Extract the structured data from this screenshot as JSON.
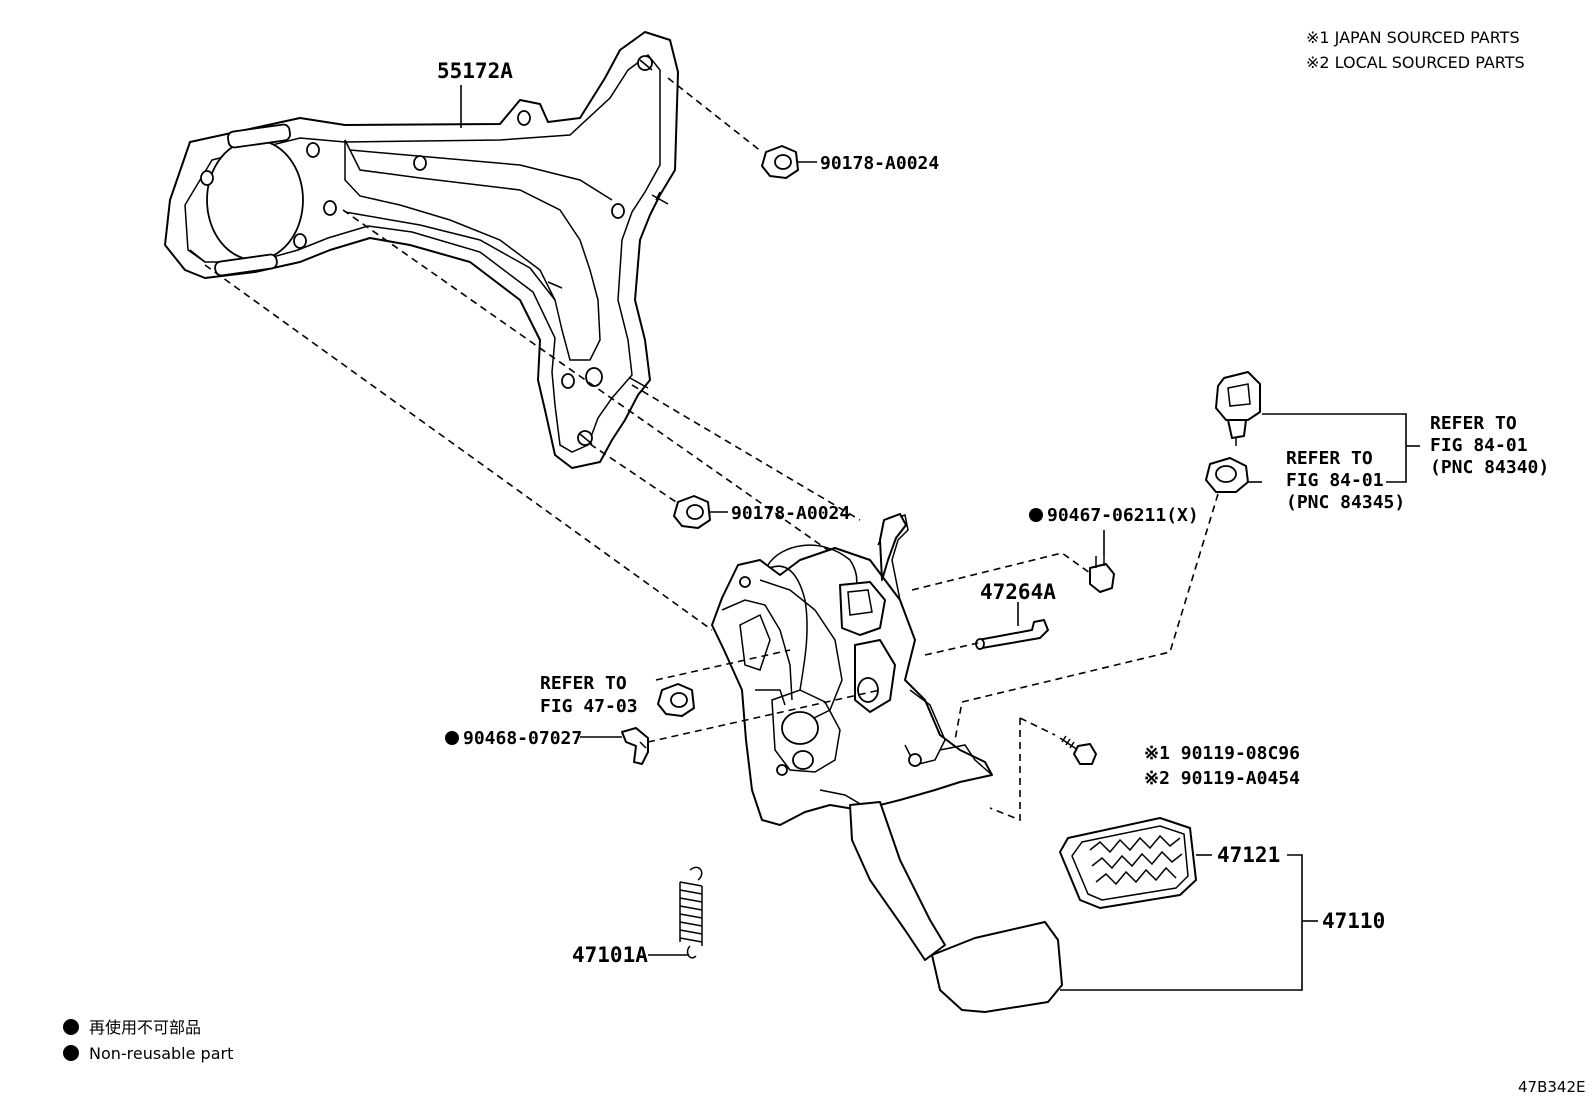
{
  "notes": {
    "japan": "※1 JAPAN SOURCED PARTS",
    "local": "※2 LOCAL SOURCED PARTS"
  },
  "parts": {
    "bracket": "55172A",
    "nut_upper": "90178-A0024",
    "nut_lower": "90178-A0024",
    "clip_top": "90467-06211(X)",
    "pin": "47264A",
    "clip_left": "90468-07027",
    "bolt_japan": "※1 90119-08C96",
    "bolt_local": "※2 90119-A0454",
    "pad": "47121",
    "pedal_assy": "47110",
    "spring": "47101A"
  },
  "references": {
    "switch": [
      "REFER TO",
      "FIG 84-01",
      "(PNC 84340)"
    ],
    "cushion": [
      "REFER TO",
      "FIG 84-01",
      "(PNC 84345)"
    ],
    "nut_fig47": [
      "REFER TO",
      "FIG 47-03"
    ]
  },
  "legend": {
    "jp": "再使用不可部品",
    "en": "Non-reusable part"
  },
  "diagram_code": "47B342E"
}
